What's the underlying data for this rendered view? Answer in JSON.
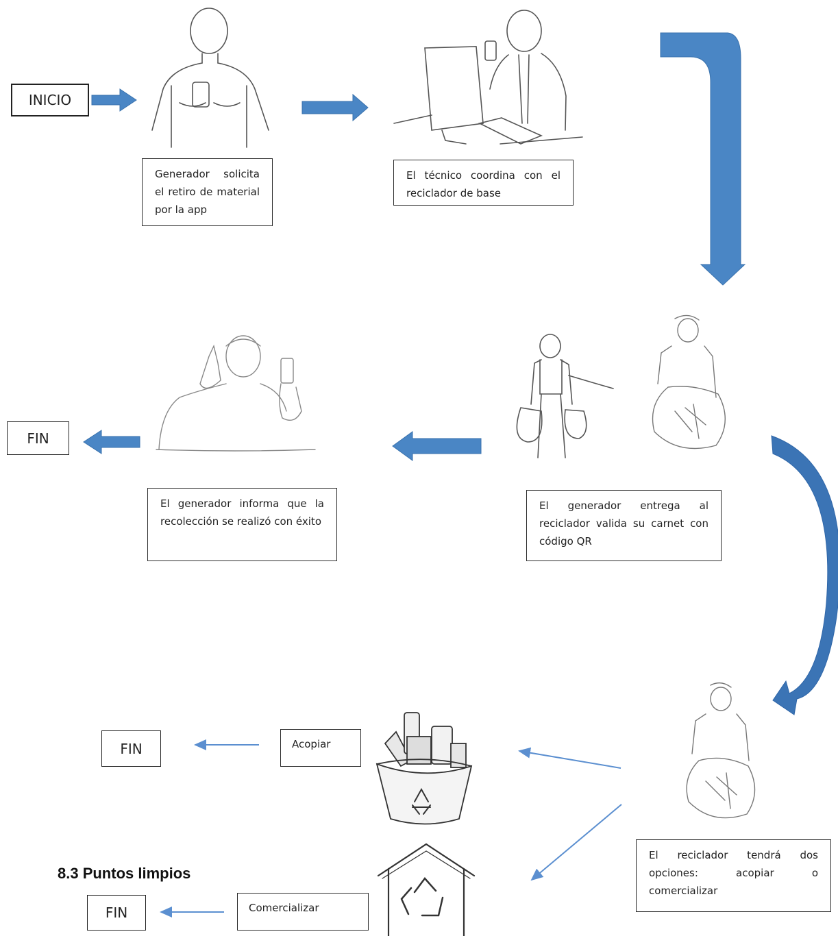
{
  "colors": {
    "arrow_fill": "#4a86c5",
    "arrow_dark": "#2f66a8",
    "thin_arrow": "#5b8fd0",
    "sketch": "#555555"
  },
  "terminals": {
    "start": "INICIO",
    "end_top": "FIN",
    "end_acopiar": "FIN",
    "end_comercializar": "FIN"
  },
  "steps": {
    "generator_request": "Generador solicita el retiro de material por la app",
    "technician": "El técnico coordina con el reciclador de base",
    "handover": "El generador entrega al reciclador valida su carnet con código QR",
    "success": "El generador informa que la recolección se realizó con éxito",
    "options": "El reciclador tendrá dos opciones: acopiar o comercializar"
  },
  "options": {
    "acopiar": "Acopiar",
    "comercializar": "Comercializar"
  },
  "section_heading": "8.3 Puntos limpios",
  "illustrations": [
    "person-with-phone-icon",
    "technician-at-computer-icon",
    "generator-with-bags-icon",
    "recycler-with-sack-icon",
    "thumbs-up-person-icon",
    "recycling-basket-icon",
    "recycling-house-icon"
  ]
}
